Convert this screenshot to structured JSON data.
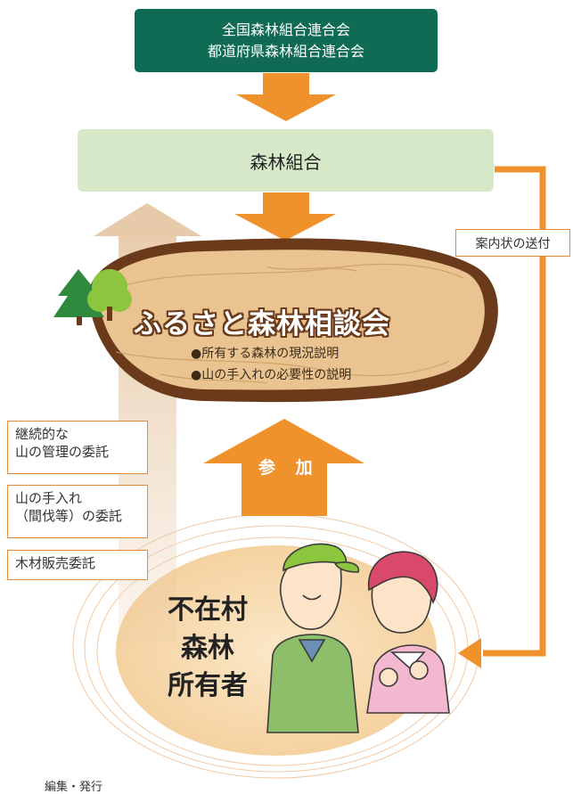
{
  "federation": {
    "line1": "全国森林組合連合会",
    "line2": "都道府県森林組合連合会"
  },
  "cooperative": {
    "label": "森林組合"
  },
  "invitation": {
    "label": "案内状の送付"
  },
  "consultation": {
    "title": "ふるさと森林相談会",
    "items": [
      "●所有する森林の現況説明",
      "●山の手入れの必要性の説明"
    ]
  },
  "join": {
    "label": "参 加"
  },
  "delegations": [
    {
      "line1": "継続的な",
      "line2": "山の管理の委託"
    },
    {
      "line1": "山の手入れ",
      "line2": "（間伐等）の委託"
    },
    {
      "line1": "木材販売委託"
    }
  ],
  "owners": {
    "line1": "不在村",
    "line2": "森林",
    "line3": "所有者"
  },
  "footer": {
    "label": "編集・発行"
  },
  "colors": {
    "dark_green": "#0f6b54",
    "light_green": "#d5e9c9",
    "orange": "#f0922b",
    "tan_arrow": "#dcb893",
    "wood": "#e9c490",
    "wood_border": "#6b3a1b",
    "owner_circle": "#f6d9ad"
  },
  "icons": [
    "tree-icon",
    "man-illustration",
    "woman-illustration"
  ]
}
